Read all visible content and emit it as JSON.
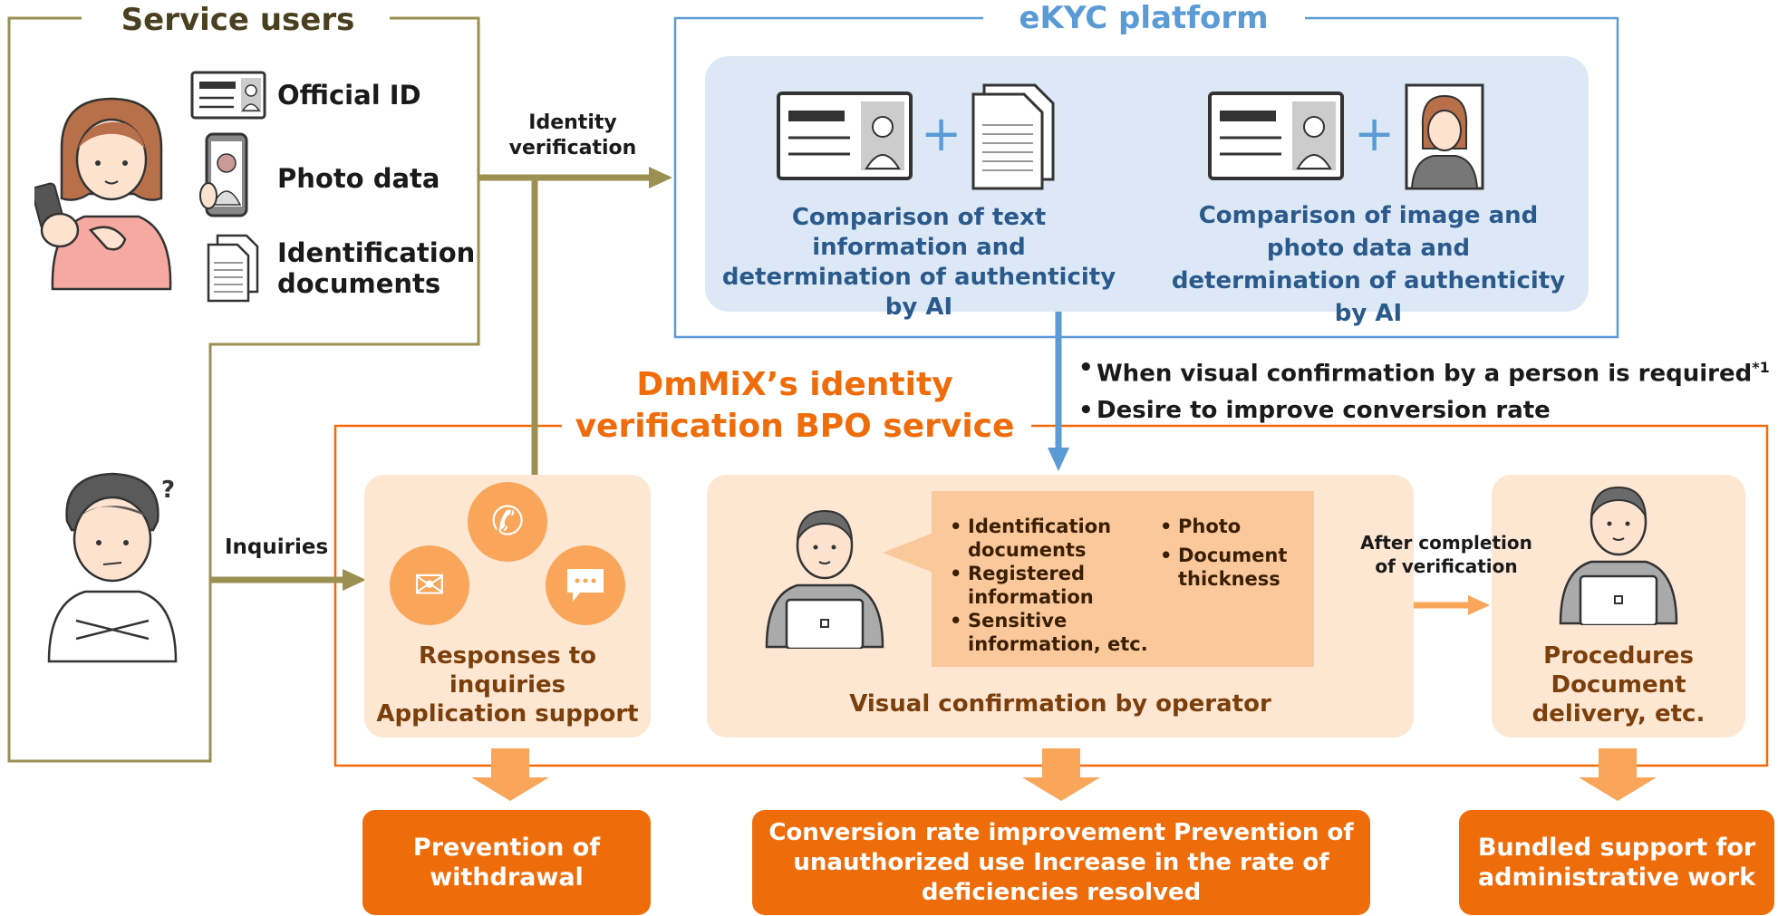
{
  "service_users": {
    "title": "Service users",
    "items": [
      "Official ID",
      "Photo data",
      "Identification documents"
    ]
  },
  "ekyc": {
    "title": "eKYC platform",
    "left_caption": "Comparison of text information and determination of authenticity by AI",
    "right_caption": "Comparison of image and photo data and determination of authenticity by AI"
  },
  "flow": {
    "identity_label": "Identity verification",
    "inquiries_label": "Inquiries",
    "conditions": [
      "When visual confirmation by a person is required",
      "Desire to improve conversion rate"
    ],
    "footnote_mark": "*1",
    "after_label": "After completion of verification"
  },
  "bpo": {
    "title": "DmMiX’s identity verification BPO service",
    "support_caption": "Responses to inquiries Application support",
    "visual_caption": "Visual confirmation by operator",
    "procedures_caption": "Procedures Document delivery, etc.",
    "check_items_left": [
      "Identification documents",
      "Registered information",
      "Sensitive information, etc."
    ],
    "check_items_right": [
      "Photo",
      "Document thickness"
    ]
  },
  "outcomes": [
    "Prevention of withdrawal",
    "Conversion rate improvement Prevention of unauthorized use Increase in the rate of deficiencies resolved",
    "Bundled support for administrative work"
  ],
  "colors": {
    "olive": "#9b8f52",
    "blue": "#5b9bd5",
    "orange": "#ef6c0a",
    "peach": "#fde6d2",
    "light_orange": "#f9a65a"
  }
}
